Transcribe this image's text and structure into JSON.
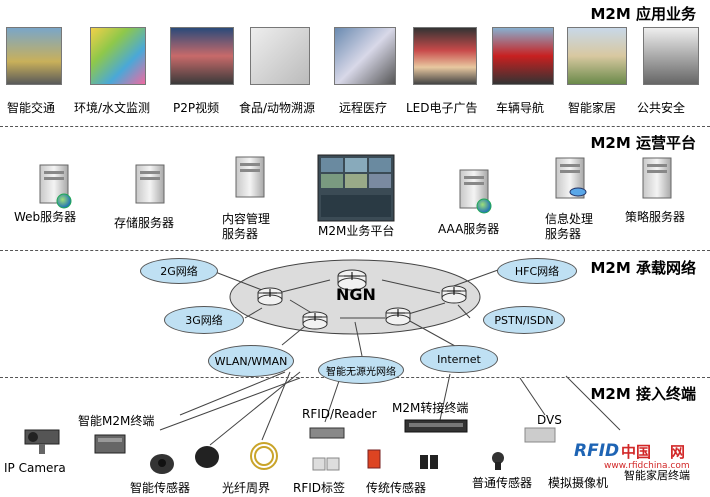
{
  "sections": {
    "apps": "M2M 应用业务",
    "platform": "M2M 运营平台",
    "network": "M2M 承载网络",
    "terminal": "M2M 接入终端"
  },
  "apps": [
    {
      "label": "智能交通"
    },
    {
      "label": "环境/水文监测"
    },
    {
      "label": "P2P视频"
    },
    {
      "label": "食品/动物溯源"
    },
    {
      "label": "远程医疗"
    },
    {
      "label": "LED电子广告"
    },
    {
      "label": "车辆导航"
    },
    {
      "label": "智能家居"
    },
    {
      "label": "公共安全"
    }
  ],
  "servers": [
    {
      "label": "Web服务器"
    },
    {
      "label": "存储服务器"
    },
    {
      "label_line1": "内容管理",
      "label_line2": "服务器"
    },
    {
      "label": "M2M业务平台"
    },
    {
      "label": "AAA服务器"
    },
    {
      "label_line1": "信息处理",
      "label_line2": "服务器"
    },
    {
      "label": "策略服务器"
    }
  ],
  "network": {
    "core": "NGN",
    "nodes": [
      "2G网络",
      "HFC网络",
      "3G网络",
      "PSTN/ISDN",
      "WLAN/WMAN",
      "智能无源光网络",
      "Internet"
    ]
  },
  "terminals": {
    "m2m_terminal": "智能M2M终端",
    "ip_camera": "IP Camera",
    "smart_sensor": "智能传感器",
    "fiber": "光纤周界",
    "rfid_reader": "RFID/Reader",
    "rfid_tag": "RFID标签",
    "relay_terminal": "M2M转接终端",
    "traditional_sensor": "传统传感器",
    "normal_sensor": "普通传感器",
    "analog_camera": "模拟摄像机",
    "dvs": "DVS",
    "home_terminal": "智能家居终端"
  },
  "watermark": {
    "brand": "RFID",
    "site": "中国",
    "net": "网",
    "url": "www.rfidchina.com"
  },
  "colors": {
    "ellipse_fill": "#bfe0f3",
    "cloud_fill": "#dcdcdc",
    "watermark_blue": "#1e64b4",
    "watermark_red": "#d22828"
  }
}
